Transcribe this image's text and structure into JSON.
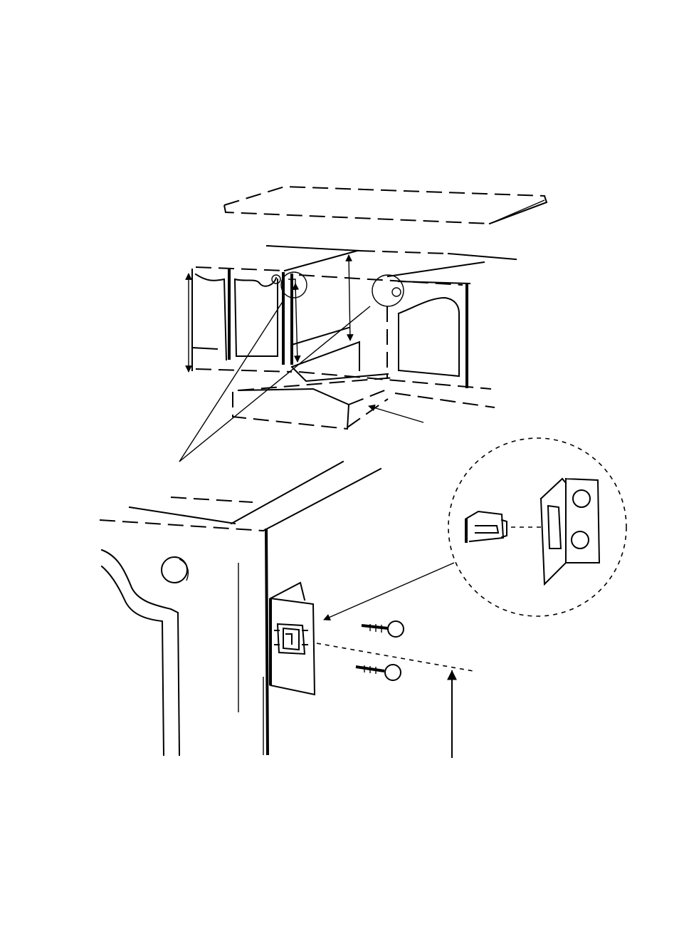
{
  "diagram": {
    "description_labels": [],
    "colors": {
      "ink": "#000000",
      "paper": "#ffffff"
    },
    "parts": [
      {
        "name": "top-panel"
      },
      {
        "name": "upper-cabinet"
      },
      {
        "name": "base-rail"
      },
      {
        "name": "lower-cabinet"
      },
      {
        "name": "mounting-bracket"
      },
      {
        "name": "screw-upper"
      },
      {
        "name": "screw-lower"
      },
      {
        "name": "bracket-detail-circle"
      }
    ]
  }
}
